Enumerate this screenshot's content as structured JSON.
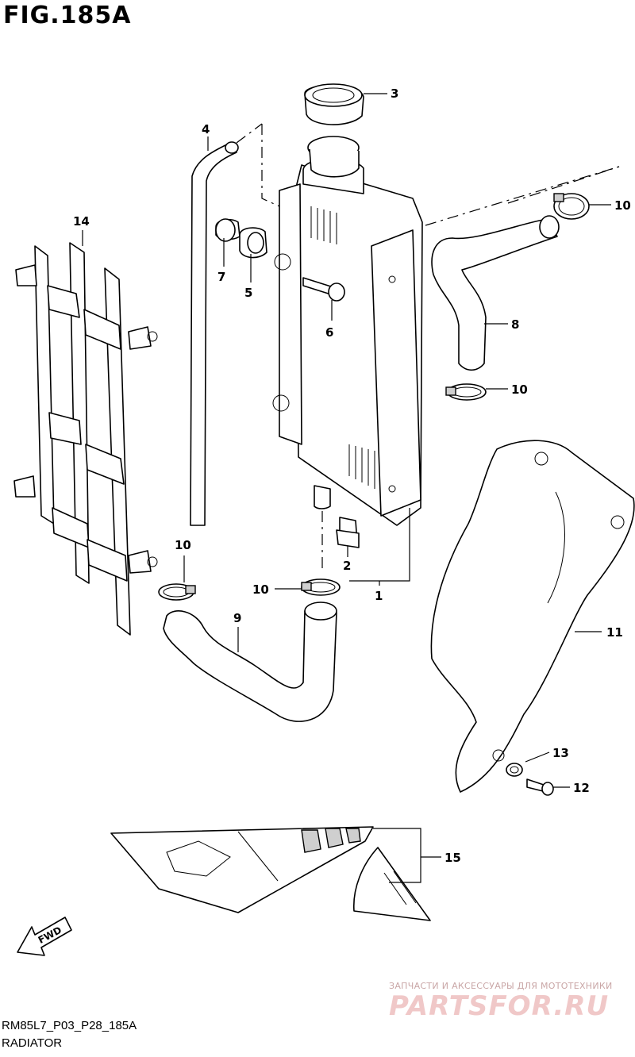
{
  "figure_title": "FIG.185A",
  "drawing_code": "RM85L7_P03_P28_185A",
  "section_name": "RADIATOR",
  "fwd_label": "FWD",
  "watermark": {
    "tagline": "ЗАПЧАСТИ И АКСЕССУАРЫ ДЛЯ МОТОТЕХНИКИ",
    "logo": "PARTSFOR.RU"
  },
  "callouts": {
    "c1": "1",
    "c2": "2",
    "c3": "3",
    "c4": "4",
    "c5": "5",
    "c6": "6",
    "c7": "7",
    "c8": "8",
    "c9": "9",
    "c10a": "10",
    "c10b": "10",
    "c10c": "10",
    "c10d": "10",
    "c11": "11",
    "c12": "12",
    "c13": "13",
    "c14": "14",
    "c15": "15"
  },
  "colors": {
    "ink": "#000000",
    "background": "#ffffff",
    "watermark": "#f0c8c8"
  }
}
